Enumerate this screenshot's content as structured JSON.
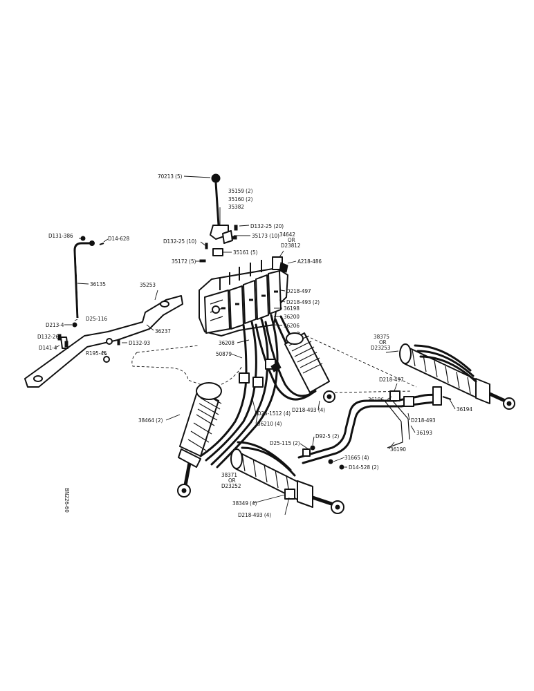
{
  "figure_code": "BN226-60",
  "callouts": {
    "c70213": "70213 (5)",
    "c35159": "35159 (2)",
    "c35160": "35160 (2)",
    "c35382": "35382",
    "cD132_25_20": "D132-25 (20)",
    "c34642": "34642",
    "cOR1": "OR",
    "cD23812": "D23812",
    "cD132_25_10": "D132-25 (10)",
    "c35173": "35173 (10)",
    "c35161": "35161 (5)",
    "c35172": "35172 (5)",
    "cA218_486": "A218-486",
    "cD131_386": "D131-386",
    "cD14_628": "D14-628",
    "c36135": "36135",
    "c35253": "35253",
    "cD218_497a": "D218-497",
    "cD218_493_2": "D218-493 (2)",
    "c36198": "36198",
    "c36200": "36200",
    "c36206": "36206",
    "cD213_4": "D213-4",
    "cD25_116": "D25-116",
    "cD132_26": "D132-26",
    "cD141_4": "D141-4",
    "c36237": "36237",
    "cD132_93": "D132-93",
    "cR195_45": "R195-45",
    "c36208": "36208",
    "c50879": "50879",
    "c38375": "38375",
    "cOR2": "OR",
    "cD23253": "D23253",
    "cD218_497b": "D218-497",
    "c38464": "38464 (2)",
    "cD25_1512": "D25-1512 (4)",
    "c36210": "36210 (4)",
    "cD218_493_4a": "D218-493 (4)",
    "c36196": "36196",
    "c36194": "36194",
    "cD218_493": "D218-493",
    "c36193": "36193",
    "c36190": "36190",
    "cD25_115": "D25-115 (2)",
    "cD92_5": "D92-5 (2)",
    "c31665": "31665 (4)",
    "cD14_528": "D14-528 (2)",
    "c38371": "38371",
    "cOR3": "OR",
    "cD23252": "D23252",
    "c38349": "38349 (4)",
    "cD218_493_4b": "D218-493 (4)"
  }
}
